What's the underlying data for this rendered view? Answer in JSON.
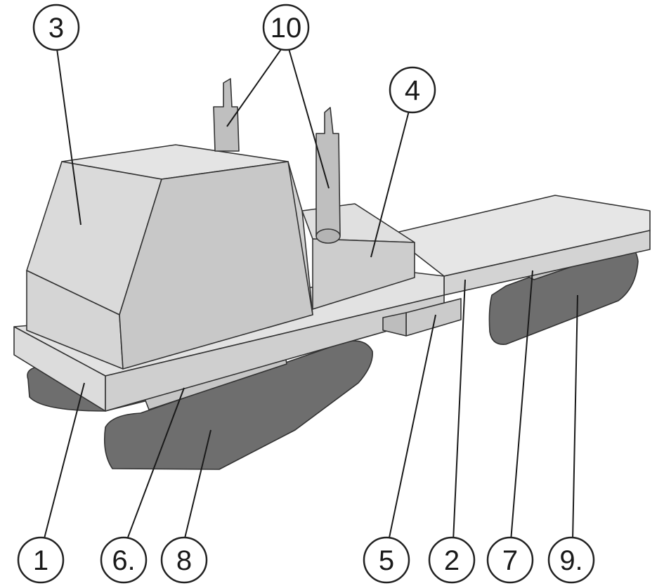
{
  "colors": {
    "track": "#6e6e6e",
    "body_light": "#dedede",
    "body_mid": "#cfcfcf",
    "body_dark": "#c2c2c2",
    "platform_top": "#e6e6e6",
    "platform_side": "#d3d3d3",
    "outline": "#333333"
  },
  "callouts": {
    "c1": "1",
    "c2": "2",
    "c3": "3",
    "c4": "4",
    "c5": "5",
    "c6": "6.",
    "c7": "7",
    "c8": "8",
    "c9": "9.",
    "c10": "10"
  }
}
